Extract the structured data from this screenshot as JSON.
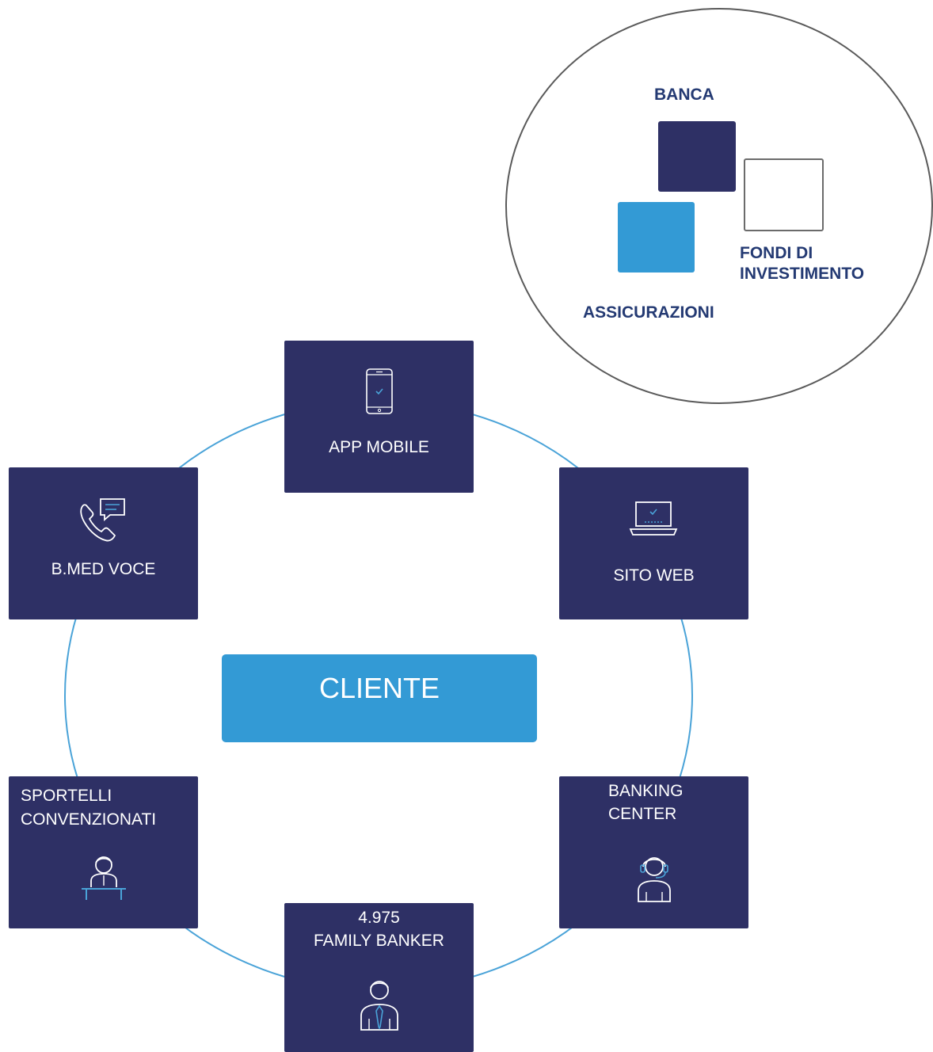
{
  "products": {
    "banca": "BANCA",
    "fondi_line1": "FONDI DI",
    "fondi_line2": "INVESTIMENTO",
    "assicurazioni": "ASSICURAZIONI"
  },
  "center": {
    "label": "CLIENTE"
  },
  "channels": {
    "app_mobile": {
      "label": "APP MOBILE",
      "icon": "smartphone-icon"
    },
    "sito_web": {
      "label": "SITO WEB",
      "icon": "laptop-icon"
    },
    "bmed_voce": {
      "label": "B.MED VOCE",
      "icon": "phone-chat-icon"
    },
    "sportelli": {
      "line1": "SPORTELLI",
      "line2": "CONVENZIONATI",
      "icon": "counter-clerk-icon"
    },
    "banking_center": {
      "line1": "BANKING",
      "line2": "CENTER",
      "icon": "headset-operator-icon"
    },
    "family_banker": {
      "line1": "4.975",
      "line2": "FAMILY BANKER",
      "icon": "businessman-tie-icon"
    }
  },
  "colors": {
    "navy": "#2e3065",
    "blue": "#339ad5",
    "label_text": "#243a73",
    "ring_line": "#4aa3d8"
  }
}
